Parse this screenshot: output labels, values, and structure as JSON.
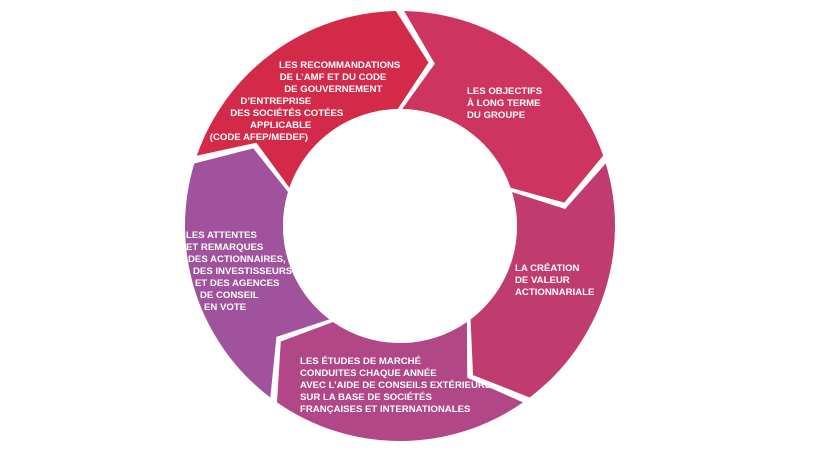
{
  "diagram": {
    "type": "cycle",
    "segments": [
      {
        "color": "#d42a4a",
        "lines": [
          "LES RECOMMANDATIONS",
          "DE L’AMF ET DU CODE",
          "DE GOUVERNEMENT",
          "D’ENTREPRISE",
          "DES SOCIÉTÉS COTÉES",
          "APPLICABLE",
          "(CODE AFEP/MEDEF)"
        ]
      },
      {
        "color": "#cd3560",
        "lines": [
          "LES OBJECTIFS",
          "À LONG TERME",
          "DU GROUPE"
        ]
      },
      {
        "color": "#c03c6f",
        "lines": [
          "LA CRÉATION",
          "DE VALEUR",
          "ACTIONNARIALE"
        ]
      },
      {
        "color": "#b14786",
        "lines": [
          "LES ÉTUDES DE MARCHÉ",
          "CONDUITES CHAQUE ANNÉE",
          "AVEC L’AIDE DE CONSEILS EXTÉRIEURS",
          "SUR LA BASE DE SOCIÉTÉS",
          "FRANÇAISES ET INTERNATIONALES"
        ]
      },
      {
        "color": "#a0529c",
        "lines": [
          "LES ATTENTES",
          "ET REMARQUES",
          "DES ACTIONNAIRES,",
          "DES INVESTISSEURS",
          "ET DES AGENCES",
          "DE CONSEIL",
          "EN VOTE"
        ]
      }
    ]
  }
}
